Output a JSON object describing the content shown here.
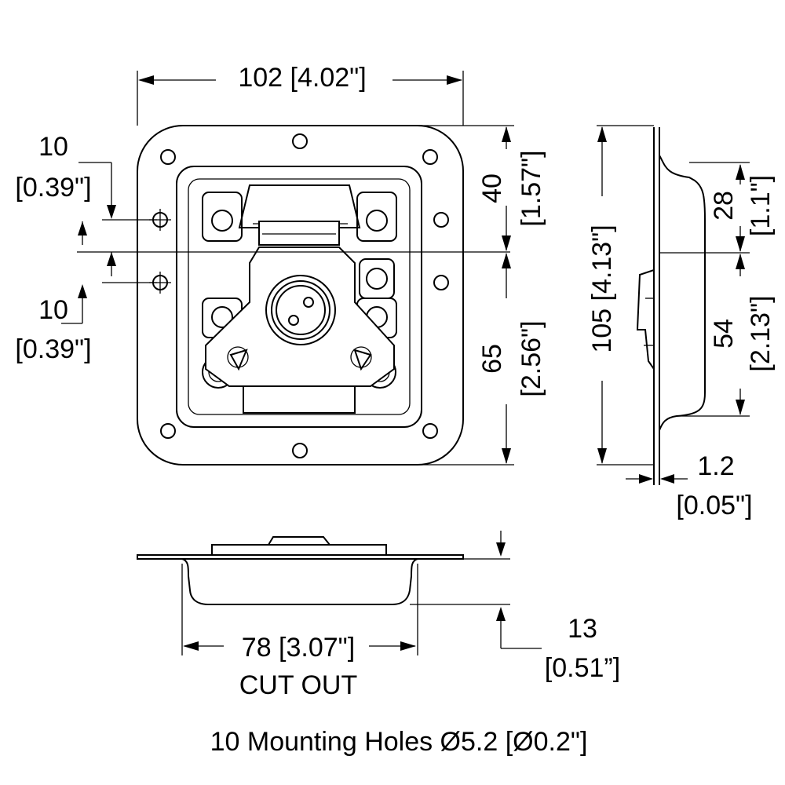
{
  "dimensions": {
    "overall_width": "102 [4.02\"]",
    "hole_offset_top_mm": "10",
    "hole_offset_top_in": "[0.39\"]",
    "hole_offset_bottom_mm": "10",
    "hole_offset_bottom_in": "[0.39\"]",
    "upper_height_mm": "40",
    "upper_height_in": "[1.57\"]",
    "lower_height_mm": "65",
    "lower_height_in": "[2.56\"]",
    "overall_height": "105 [4.13\"]",
    "side_upper_mm": "28",
    "side_upper_in": "[1.1\"]",
    "side_lower_mm": "54",
    "side_lower_in": "[2.13\"]",
    "flange_thickness_mm": "1.2",
    "flange_thickness_in": "[0.05\"]",
    "cutout_width": "78 [3.07\"]",
    "cutout_label": "CUT OUT",
    "depth_mm": "13",
    "depth_in": "[0.51”]"
  },
  "note": "10 Mounting Holes Ø5.2 [Ø0.2\"]"
}
